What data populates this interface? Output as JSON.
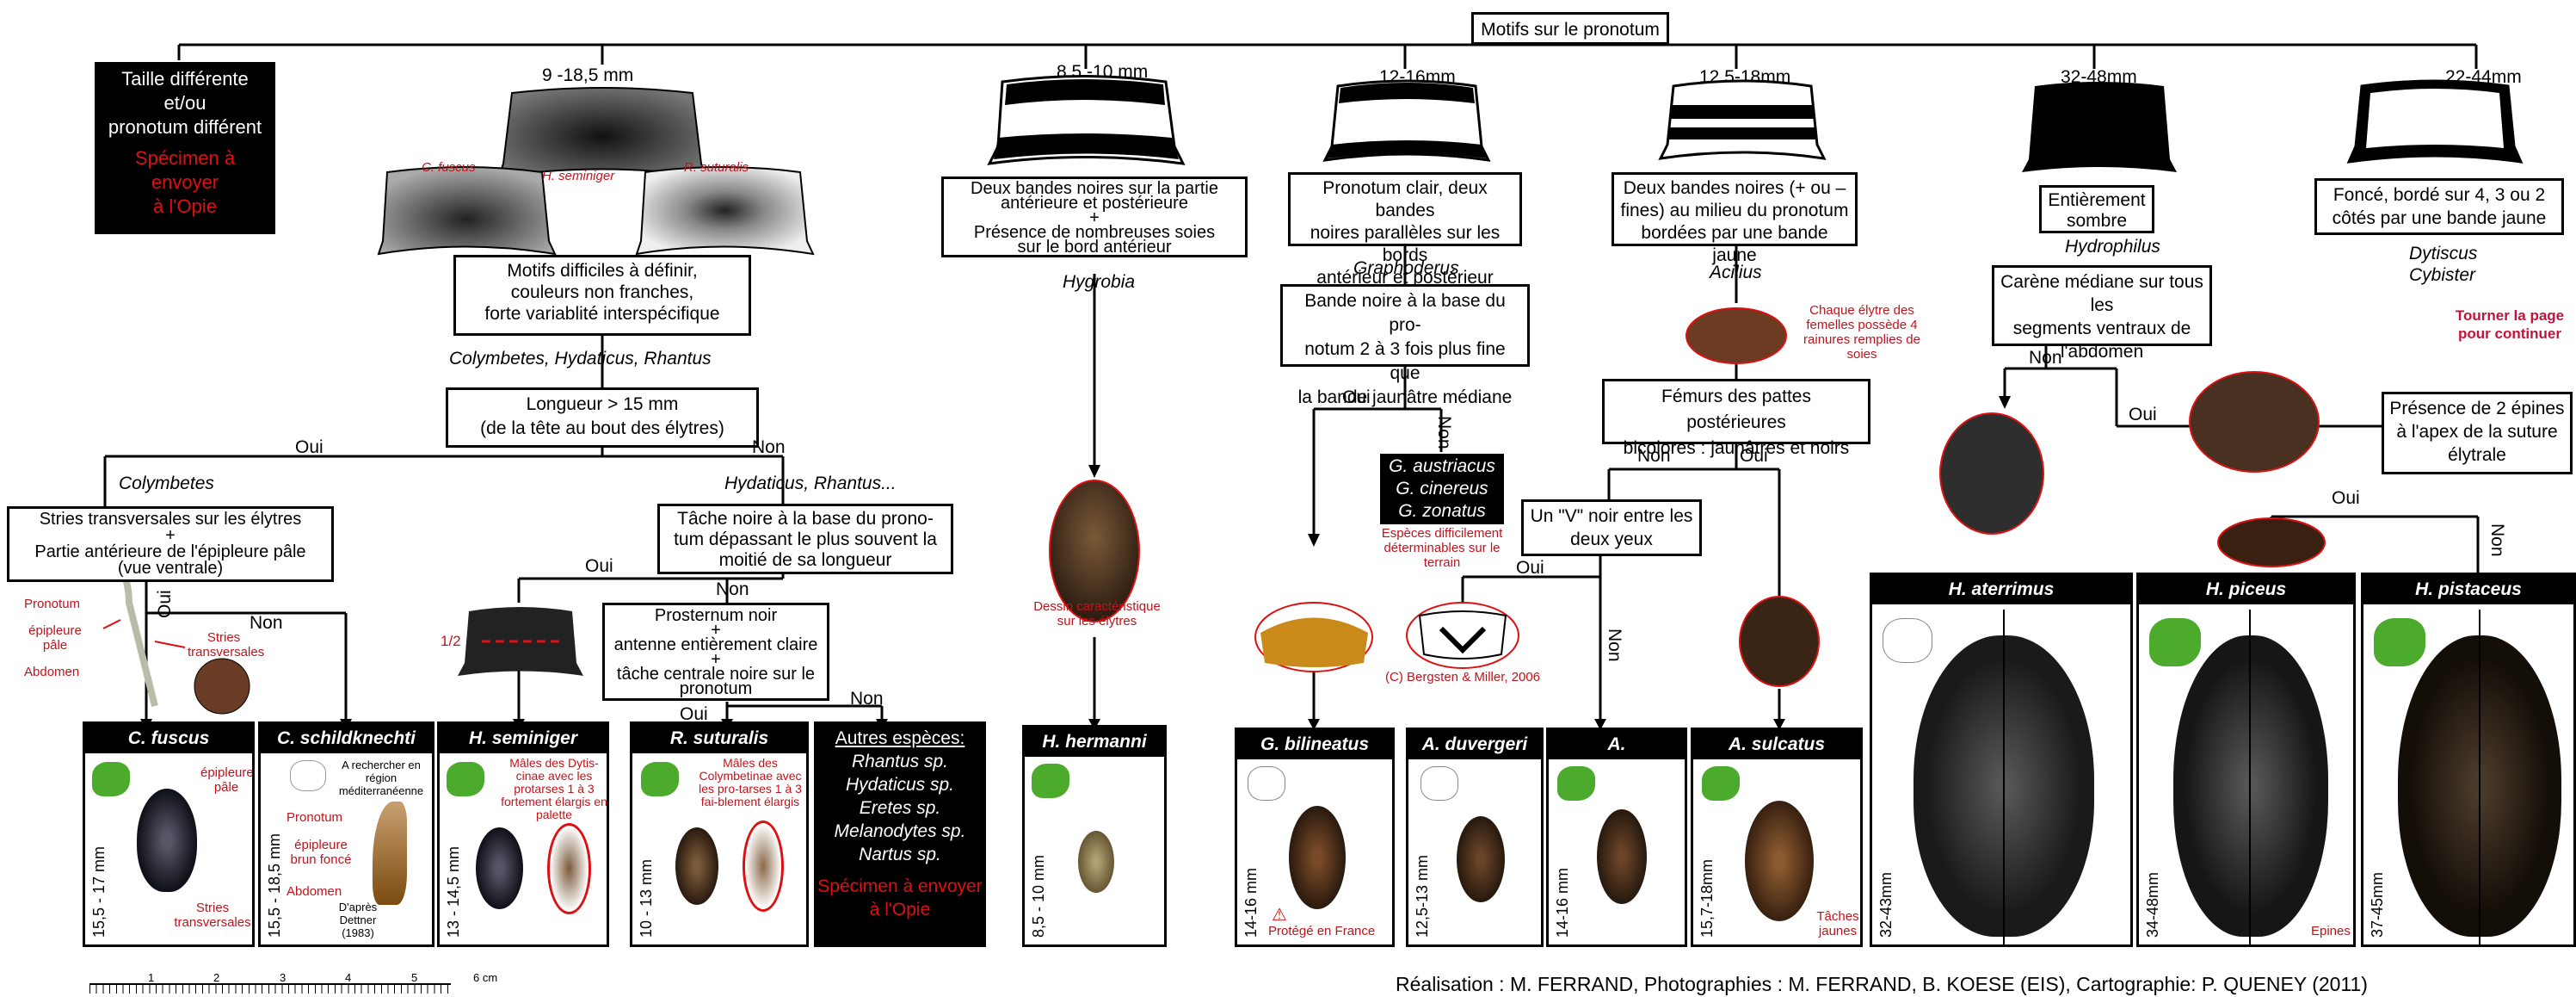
{
  "root": "Motifs sur le pronotum",
  "sizes": {
    "s1": "9 -18,5 mm",
    "s2": "8,5 -10 mm",
    "s3": "12-16mm",
    "s4": "12,5-18mm",
    "s5": "32-48mm",
    "s6": "22-44mm"
  },
  "red_box": {
    "line1": "Taille différente",
    "line2": "et/ou",
    "line3": "pronotum différent",
    "red1": "Spécimen à",
    "red2": "envoyer",
    "red3": "à l'Opie"
  },
  "pronotum_labels": {
    "fuscus": "C. fuscus",
    "seminiger": "H. seminiger",
    "suturalis": "R. suturalis"
  },
  "box_motifs": {
    "l1": "Motifs difficiles à définir,",
    "l2": "couleurs non franches,",
    "l3": "forte variablité interspécifique"
  },
  "genera_col": "Colymbetes, Hydaticus, Rhantus",
  "box_longueur": {
    "l1": "Longueur > 15 mm",
    "l2": "(de la tête au bout des élytres)"
  },
  "oui": "Oui",
  "non": "Non",
  "colymbetes": "Colymbetes",
  "hyd_rhan": "Hydaticus, Rhantus...",
  "box_stries": {
    "l1": "Stries transversales sur les élytres",
    "l2": "+",
    "l3": "Partie antérieure de l'épipleure pâle",
    "l4": "(vue ventrale)"
  },
  "box_tache": {
    "l1": "Tâche noire à la base du prono-",
    "l2": "tum dépassant le plus souvent la",
    "l3": "moitié de sa longueur"
  },
  "box_prosternum": {
    "l1": "Prosternum noir",
    "l2": "+",
    "l3": "antenne entièrement claire",
    "l4": "+",
    "l5": "tâche centrale noire sur le",
    "l6": "pronotum"
  },
  "stries_labels": {
    "pronotum": "Pronotum",
    "epipleure": "épipleure pâle",
    "abdomen": "Abdomen",
    "stries": "Stries transversales"
  },
  "half": "1/2",
  "box_hygrobia": {
    "l1": "Deux bandes noires sur la partie",
    "l2": "antérieure et postérieure",
    "l3": "+",
    "l4": "Présence de nombreuses soies",
    "l5": "sur le bord antérieur"
  },
  "hygrobia": "Hygrobia",
  "dessin": "Dessin caractéristique sur les élytres",
  "box_grapho": {
    "l1": "Pronotum clair, deux bandes",
    "l2": "noires parallèles sur les bords",
    "l3": "antérieur et postérieur"
  },
  "graphoderus": "Graphoderus",
  "box_bande": {
    "l1": "Bande noire à la base du pro-",
    "l2": "notum 2 à 3 fois plus fine que",
    "l3": "la bande jaunâtre médiane"
  },
  "box_g3": {
    "l1": "G. austriacus",
    "l2": "G. cinereus",
    "l3": "G. zonatus"
  },
  "especes_diff": "Espèces difficilement déterminables sur le terrain",
  "bergsten": "(C) Bergsten & Miller, 2006",
  "box_acilius": {
    "l1": "Deux bandes noires (+ ou –",
    "l2": "fines) au milieu du pronotum",
    "l3": "bordées par une bande jaune"
  },
  "acilius": "Acilius",
  "chaque": "Chaque élytre des femelles possède 4 rainures remplies de soies",
  "box_femurs": {
    "l1": "Fémurs des pattes postérieures",
    "l2": "bicolores : jaunâtres et noirs"
  },
  "box_v": {
    "l1": "Un \"V\" noir entre les",
    "l2": "deux yeux"
  },
  "box_sombre": {
    "l1": "Entièrement",
    "l2": "sombre"
  },
  "hydrophilus": "Hydrophilus",
  "box_carene": {
    "l1": "Carène médiane sur tous les",
    "l2": "segments ventraux de",
    "l3": "l'abdomen"
  },
  "box_fonce": {
    "l1": "Foncé, bordé sur 4, 3 ou 2",
    "l2": "côtés par une bande jaune"
  },
  "dytiscus": "Dytiscus",
  "cybister": "Cybister",
  "tourner": {
    "l1": "Tourner la page",
    "l2": "pour continuer"
  },
  "box_epines": {
    "l1": "Présence de 2 épines",
    "l2": "à l'apex de la suture",
    "l3": "élytrale"
  },
  "cards": {
    "fuscus": {
      "name": "C. fuscus",
      "size": "15,5 - 17 mm",
      "epipleure": "épipleure pâle",
      "stries": "Stries transversales"
    },
    "schild": {
      "name": "C. schildknechti",
      "size": "15,5 - 18,5 mm",
      "note": "A rechercher en région méditerranéenne",
      "pronotum": "Pronotum",
      "epi": "épipleure brun foncé",
      "abdomen": "Abdomen",
      "dapres": "D'après Dettner (1983)"
    },
    "seminiger": {
      "name": "H. seminiger",
      "size": "13 - 14,5 mm",
      "note": "Mâles des Dytis-cinae avec les protarses 1 à 3 fortement élargis en palette"
    },
    "suturalis": {
      "name": "R. suturalis",
      "size": "10 - 13 mm",
      "note": "Mâles des Colymbetinae avec les pro-tarses 1 à 3 fai-blement élargis"
    },
    "autres": {
      "title": "Autres espèces:",
      "l1": "Rhantus sp.",
      "l2": "Hydaticus sp.",
      "l3": "Eretes sp.",
      "l4": "Melanodytes sp.",
      "l5": "Nartus sp.",
      "red1": "Spécimen à envoyer",
      "red2": "à l'Opie"
    },
    "hermanni": {
      "name": "H. hermanni",
      "size": "8,5 - 10 mm"
    },
    "bilineatus": {
      "name": "G. bilineatus",
      "size": "14-16 mm",
      "protege": "Protégé en France"
    },
    "duvergeri": {
      "name": "A. duvergeri",
      "size": "12,5-13 mm"
    },
    "canaliculatus": {
      "name": "A. canaliculatus",
      "size": "14-16 mm"
    },
    "sulcatus": {
      "name": "A. sulcatus",
      "size": "15,7-18mm",
      "taches": "Tâches jaunes"
    },
    "aterrimus": {
      "name": "H. aterrimus",
      "size": "32-43mm"
    },
    "piceus": {
      "name": "H. piceus",
      "size": "34-48mm",
      "epines": "Epines"
    },
    "pistaceus": {
      "name": "H. pistaceus",
      "size": "37-45mm"
    }
  },
  "ruler": {
    "t1": "1",
    "t2": "2",
    "t3": "3",
    "t4": "4",
    "t5": "5",
    "t6": "6 cm"
  },
  "credits": "Réalisation : M. FERRAND, Photographies : M. FERRAND, B. KOESE (EIS), Cartographie: P. QUENEY (2011)"
}
